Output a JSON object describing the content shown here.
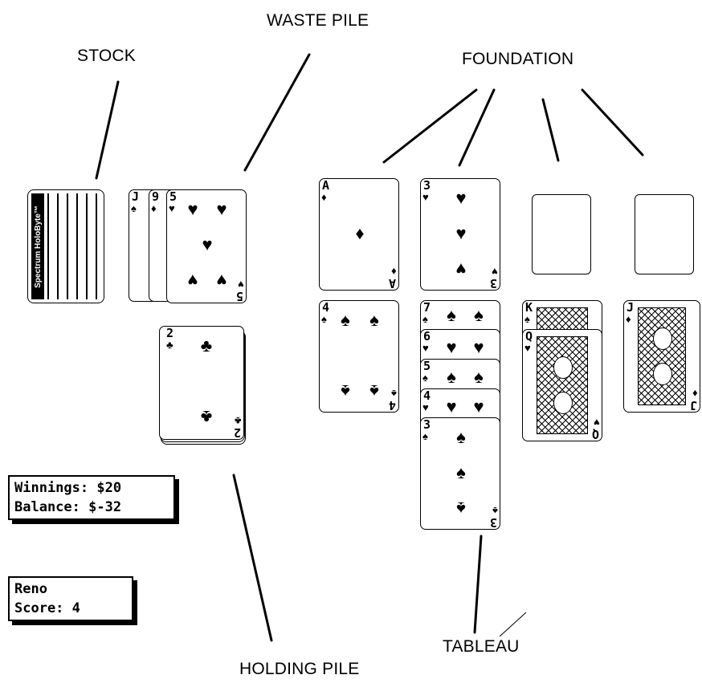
{
  "labels": {
    "waste_pile": "WASTE PILE",
    "stock": "STOCK",
    "foundation": "FOUNDATION",
    "holding_pile": "HOLDING PILE",
    "tableau": "TABLEAU"
  },
  "stock": {
    "brand": "Spectrum HoloByte™"
  },
  "waste": {
    "cards": [
      {
        "rank": "J",
        "suit": "♠"
      },
      {
        "rank": "9",
        "suit": "♦"
      },
      {
        "rank": "5",
        "suit": "♥"
      }
    ]
  },
  "holding": {
    "top": {
      "rank": "2",
      "suit": "♣"
    }
  },
  "foundation": {
    "slots": [
      {
        "rank": "A",
        "suit": "♦"
      },
      {
        "rank": "3",
        "suit": "♥"
      },
      null,
      null
    ]
  },
  "tableau": {
    "columns": [
      [
        {
          "rank": "4",
          "suit": "♠"
        }
      ],
      [
        {
          "rank": "7",
          "suit": "♠"
        },
        {
          "rank": "6",
          "suit": "♥"
        },
        {
          "rank": "5",
          "suit": "♠"
        },
        {
          "rank": "4",
          "suit": "♥"
        },
        {
          "rank": "3",
          "suit": "♠"
        }
      ],
      [
        {
          "rank": "K",
          "suit": "♠"
        },
        {
          "rank": "Q",
          "suit": "♥"
        }
      ],
      [
        {
          "rank": "J",
          "suit": "♦"
        }
      ]
    ]
  },
  "status": {
    "winnings_label": "Winnings:",
    "winnings_value": "$20",
    "balance_label": "Balance:",
    "balance_value": "$-32",
    "game_name": "Reno",
    "score_label": "Score:",
    "score_value": "4"
  }
}
